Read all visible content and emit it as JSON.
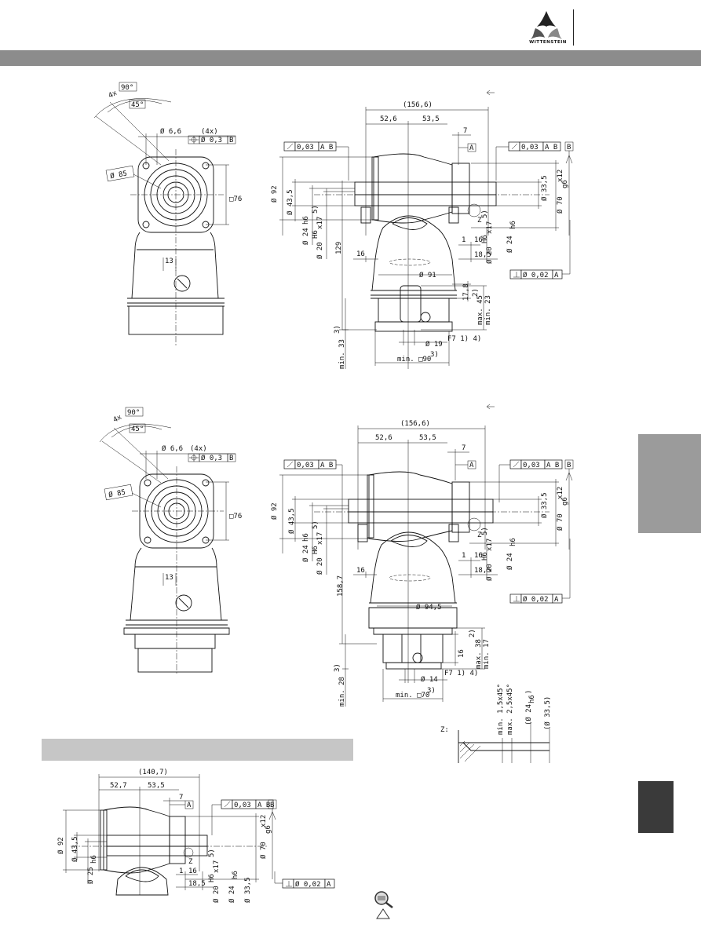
{
  "header": {
    "brand": "WITTENSTEIN"
  },
  "view1_front": {
    "angle_total": "90°",
    "angle_half": "45°",
    "angle_count": "4x",
    "hole_dia": "Ø 6,6",
    "hole_count": "(4x)",
    "position_tol": "Ø 0,3",
    "position_datum": "B",
    "bolt_circle": "Ø 85",
    "flange_square": "□76",
    "dim_13": "13"
  },
  "view1_side": {
    "overall": "(156,6)",
    "d_526": "52,6",
    "d_535": "53,5",
    "d_7": "7",
    "runout_left": "0,03",
    "runout_left_datum": "A B",
    "datum_a": "A",
    "runout_right": "0,03",
    "runout_right_datum": "A B",
    "datum_b": "B",
    "d_92": "Ø 92",
    "d_435": "Ø 43,5",
    "d_24": "Ø 24",
    "d_24_sub": "h6",
    "d_20": "Ø 20",
    "d_20_tol": "H6",
    "d_20_x": "x17",
    "d_20_sup": "5)",
    "d_129": "129",
    "d_16": "16",
    "d_335": "Ø 33,5",
    "d_70": "Ø 70",
    "d_70_sub": "g6",
    "d_70_x": "x12",
    "d_z": "Z",
    "d_1": "1",
    "d_16r": "16",
    "d_185": "18,5",
    "d_24r": "Ø 24",
    "d_24r_sub": "h6",
    "d_20r": "Ø 20",
    "d_20r_tol": "H6",
    "d_20r_x": "x17",
    "d_20r_sup": "5)",
    "perp": "Ø 0,02",
    "perp_datum": "A",
    "d_91": "Ø 91",
    "d_178": "17,8",
    "max45": "max. 45",
    "max45_sup": "2)",
    "min23": "min. 23",
    "d_19": "Ø 19",
    "d_19_sup": "F7  1) 4)",
    "min33": "min. 33",
    "min33_sup": "3)",
    "min90": "min. □90",
    "min90_sup": "3)"
  },
  "view2_front": {
    "angle_total": "90°",
    "angle_half": "45°",
    "angle_count": "4x",
    "hole_dia": "Ø 6,6",
    "hole_count": "(4x)",
    "position_tol": "Ø 0,3",
    "position_datum": "B",
    "bolt_circle": "Ø 85",
    "flange_square": "□76",
    "dim_13": "13"
  },
  "view2_side": {
    "overall": "(156,6)",
    "d_526": "52,6",
    "d_535": "53,5",
    "d_7": "7",
    "runout_left": "0,03",
    "runout_left_datum": "A B",
    "datum_a": "A",
    "runout_right": "0,03",
    "runout_right_datum": "A B",
    "datum_b": "B",
    "d_92": "Ø 92",
    "d_435": "Ø 43,5",
    "d_24": "Ø 24",
    "d_24_sub": "h6",
    "d_20": "Ø 20",
    "d_20_tol": "H6",
    "d_20_x": "x17",
    "d_20_sup": "5)",
    "d_1587": "158,7",
    "d_16": "16",
    "d_335": "Ø 33,5",
    "d_70": "Ø 70",
    "d_70_sub": "g6",
    "d_70_x": "x12",
    "d_z": "Z",
    "d_1": "1",
    "d_16r": "16",
    "d_185": "18,5",
    "d_24r": "Ø 24",
    "d_24r_sub": "h6",
    "d_20r": "Ø 20",
    "d_20r_tol": "H6",
    "d_20r_x": "x17",
    "d_20r_sup": "5)",
    "perp": "Ø 0,02",
    "perp_datum": "A",
    "d_945": "Ø 94,5",
    "max38": "max. 38",
    "max38_sup": "2)",
    "min17": "min. 17",
    "d_16b": "16",
    "d_14": "Ø 14",
    "d_14_sup": "F7  1) 4)",
    "min28": "min. 28",
    "min28_sup": "3)",
    "min70": "min. □70",
    "min70_sup": "3)"
  },
  "detail_z": {
    "label": "Z:",
    "chamfer_min": "min. 1,5x45°",
    "chamfer_max": "max. 2,5x45°",
    "dia_24": "(Ø 24",
    "dia_24_sub": "h6",
    "dia_24_close": ")",
    "dia_335": "(Ø 33,5)"
  },
  "view3_side": {
    "overall": "(140,7)",
    "d_527": "52,7",
    "d_535": "53,5",
    "d_7": "7",
    "datum_a": "A",
    "runout": "0,03",
    "runout_datum": "A B",
    "datum_b": "B",
    "d_92": "Ø 92",
    "d_435": "Ø 43,5",
    "d_25": "Ø 25",
    "d_25_sub": "h6",
    "d_70": "Ø 70",
    "d_70_sub": "g6",
    "d_70_x": "x12",
    "d_z": "Z",
    "d_1": "1",
    "d_16": "16",
    "d_185": "18,5",
    "d_20": "Ø 20",
    "d_20_tol": "H6",
    "d_20_x": "x17",
    "d_20_sup": "5)",
    "d_24": "Ø 24",
    "d_24_sub": "h6",
    "d_335": "Ø 33,5",
    "perp": "Ø 0,02",
    "perp_datum": "A"
  }
}
